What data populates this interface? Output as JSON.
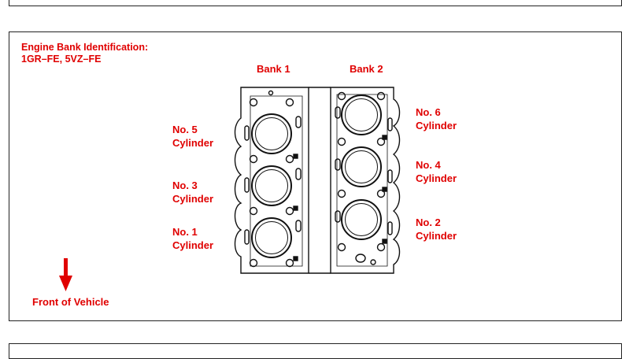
{
  "heading": {
    "line1": "Engine Bank Identification:",
    "line2": "1GR–FE, 5VZ–FE"
  },
  "banks": {
    "bank1": "Bank 1",
    "bank2": "Bank 2"
  },
  "cylinders": {
    "no5": {
      "number": "No. 5",
      "word": "Cylinder"
    },
    "no3": {
      "number": "No. 3",
      "word": "Cylinder"
    },
    "no1": {
      "number": "No. 1",
      "word": "Cylinder"
    },
    "no6": {
      "number": "No. 6",
      "word": "Cylinder"
    },
    "no4": {
      "number": "No. 4",
      "word": "Cylinder"
    },
    "no2": {
      "number": "No. 2",
      "word": "Cylinder"
    }
  },
  "front_label": "Front of Vehicle",
  "colors": {
    "label_red": "#e00000",
    "line": "#111111"
  }
}
